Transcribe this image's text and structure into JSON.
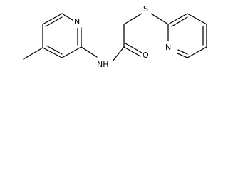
{
  "molecule": {
    "atoms": {
      "pyridine_n_left": "N",
      "amide_nh": "NH",
      "carbonyl_o": "O",
      "thioether_s": "S",
      "pyridine_n_right": "N"
    },
    "colors": {
      "bond": "#000000",
      "label": "#000000",
      "background": "#ffffff"
    }
  }
}
